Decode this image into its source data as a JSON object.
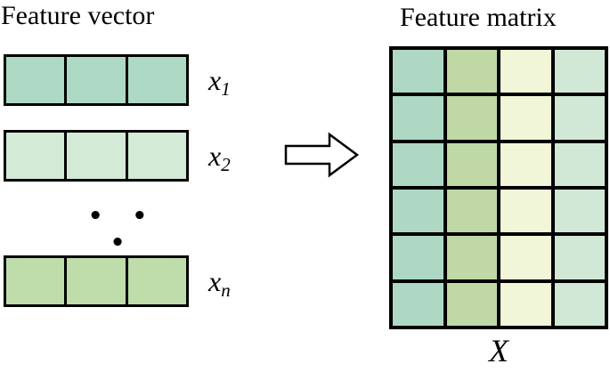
{
  "figure": {
    "left_section": {
      "title": "Feature vector",
      "vectors": [
        {
          "id": "x1",
          "label_base": "x",
          "label_sub": "1",
          "color": "#aed9c4",
          "cells": 3
        },
        {
          "id": "x2",
          "label_base": "x",
          "label_sub": "2",
          "color": "#d2ead6",
          "cells": 3
        },
        {
          "id": "xn",
          "label_base": "x",
          "label_sub": "n",
          "color": "#bfdcab",
          "cells": 3
        }
      ],
      "ellipsis": "• • •"
    },
    "arrow": {
      "direction": "right",
      "fill": "#ffffff",
      "stroke": "#000000"
    },
    "right_section": {
      "title": "Feature matrix",
      "matrix": {
        "rows": 6,
        "cols": 4,
        "column_colors": [
          "#aed8c3",
          "#bfd8a5",
          "#f1f6d8",
          "#d2e8d6"
        ],
        "label": "X"
      }
    },
    "colors": {
      "border": "#000000",
      "background": "#ffffff",
      "text": "#000000"
    }
  }
}
